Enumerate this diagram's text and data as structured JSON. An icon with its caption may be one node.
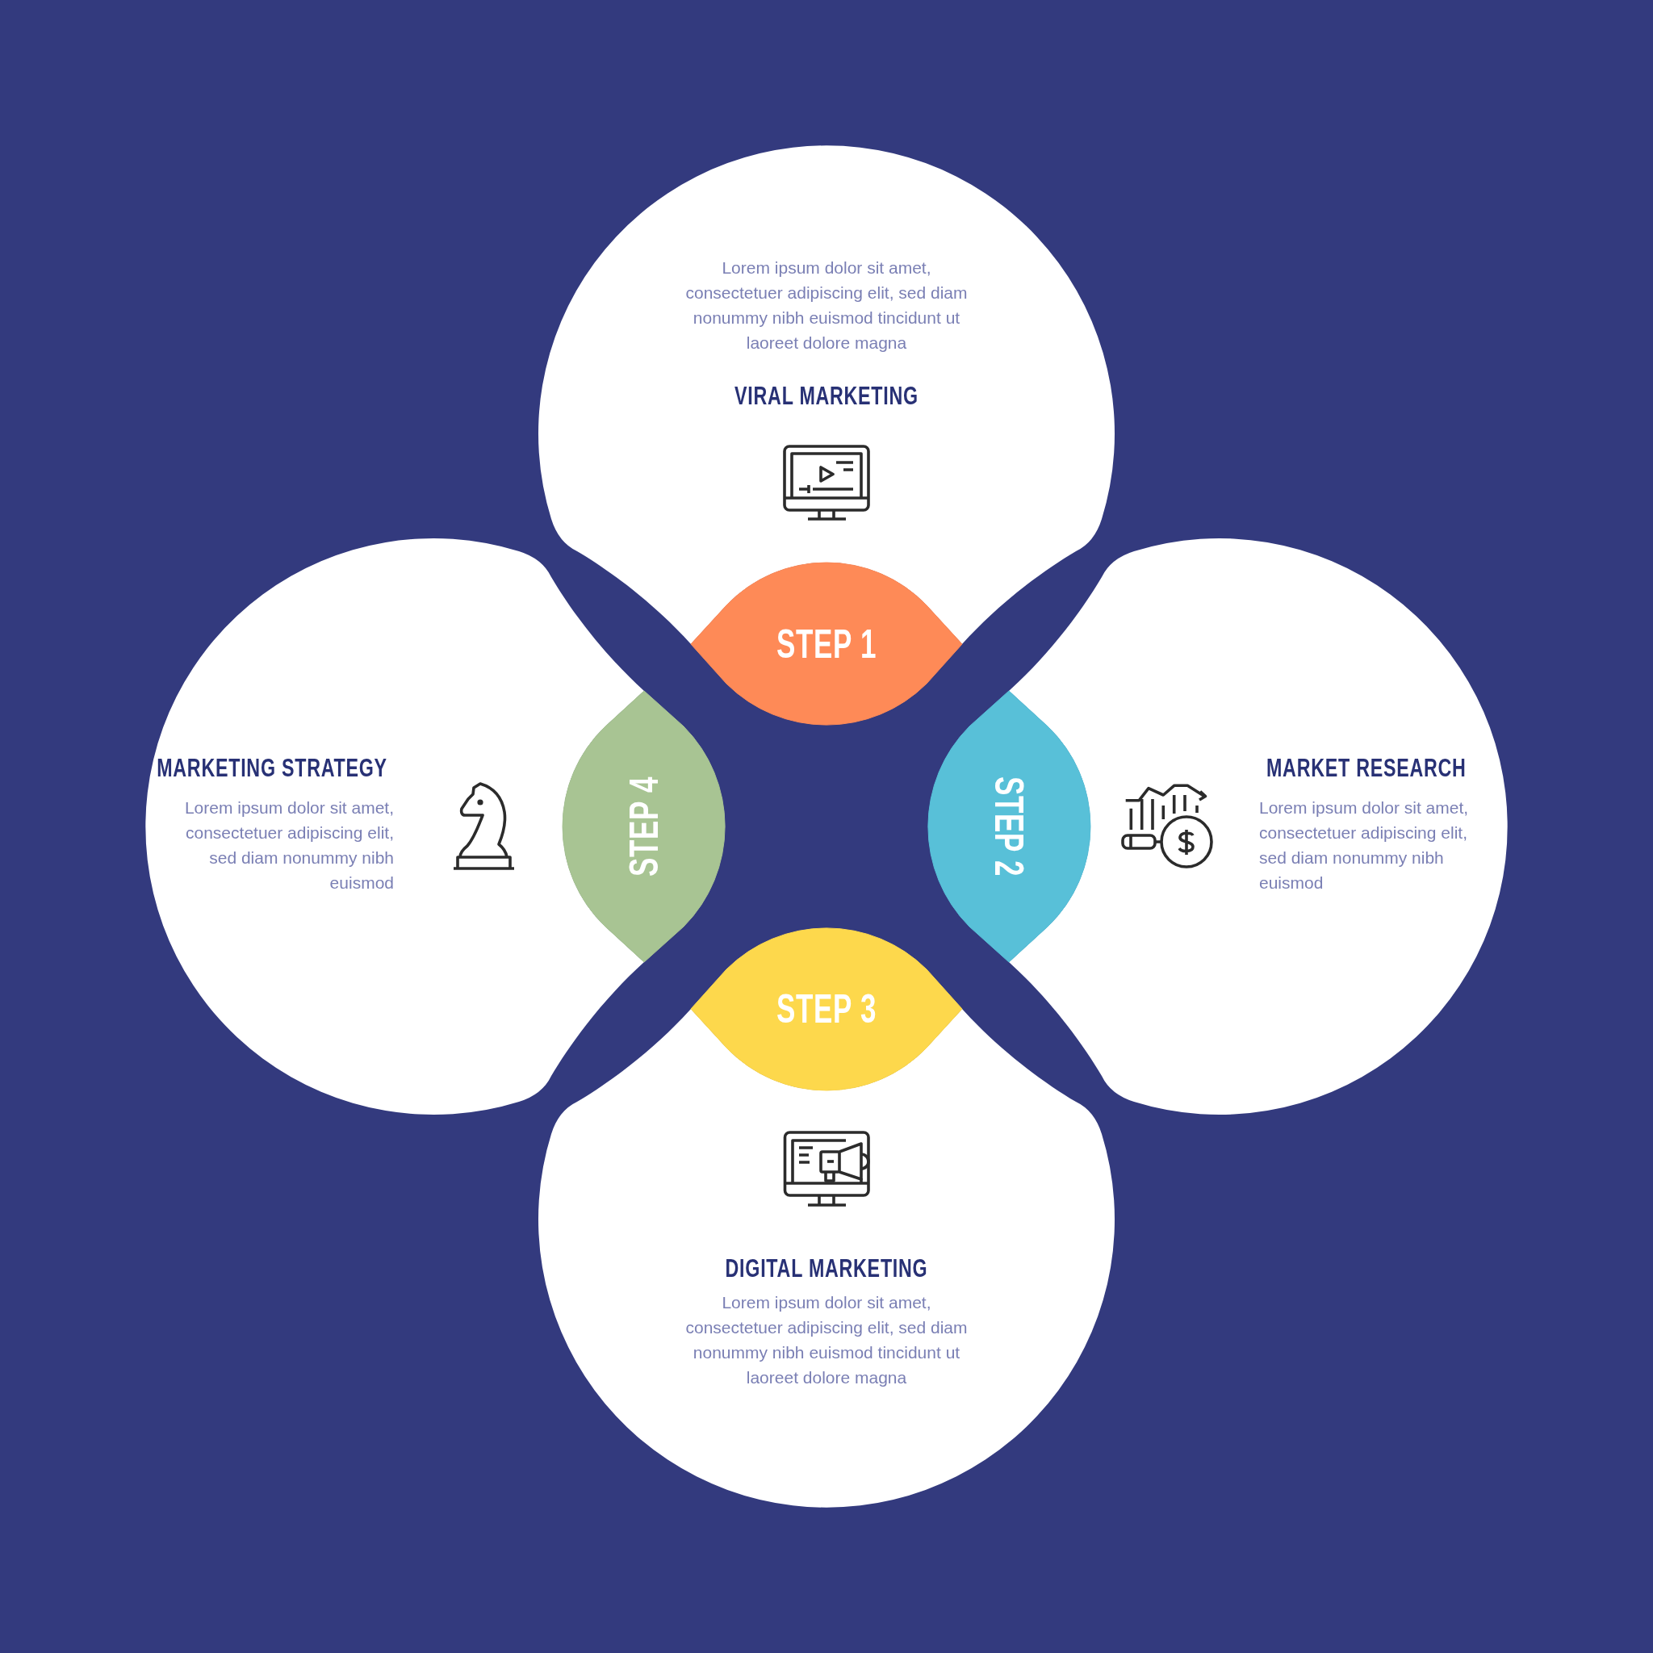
{
  "diagram": {
    "nodes": [
      {
        "text": [
          "Lorem ipsum dolor sit amet, consectetuer adipiscing elit, sed diam nonummy nibh euismod tincidunt ut laoreet dolore magna",
          "VIRAL MARKETING"
        ]
      },
      {
        "text": [
          "STEP 1"
        ]
      },
      {
        "text": [
          "MARKET RESEARCH",
          "Lorem ipsum dolor sit amet, consectetuer adipiscing elit, sed diam nonummy nibh euismod"
        ]
      },
      {
        "text": [
          "STEP 2"
        ]
      },
      {
        "text": [
          "DIGITAL MARKETING",
          "Lorem ipsum dolor sit amet, consectetuer adipiscing elit, sed diam nonummy nibh euismod tincidunt ut laoreet dolore magna"
        ]
      },
      {
        "text": [
          "STEP 3"
        ]
      },
      {
        "text": [
          "MARKETING STRATEGY",
          "Lorem ipsum dolor sit amet, consectetuer adipiscing elit, sed diam nonummy nibh euismod"
        ]
      },
      {
        "text": [
          "STEP 4"
        ]
      }
    ]
  }
}
